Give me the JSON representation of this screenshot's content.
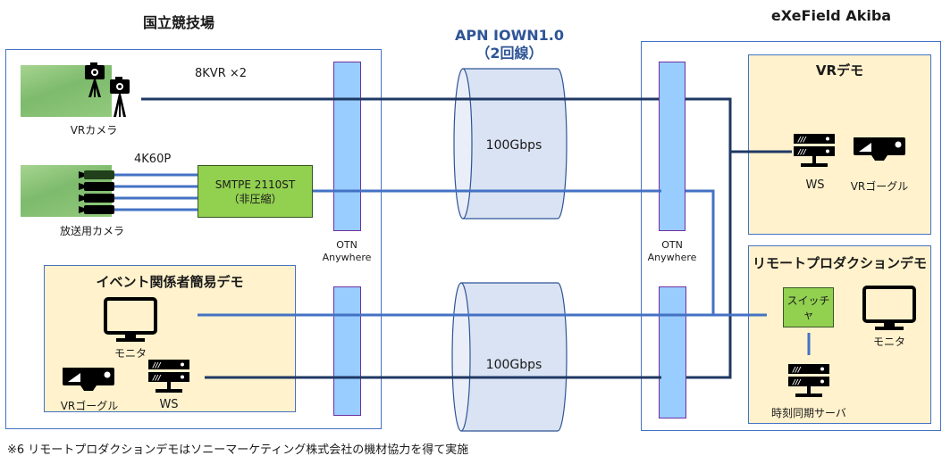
{
  "sites": {
    "left": {
      "title": "国立競技場"
    },
    "right": {
      "title": "eXeField Akiba"
    }
  },
  "network": {
    "title": "APN IOWN1.0",
    "subtitle": "（2回線）",
    "links": [
      {
        "bandwidth": "100Gbps"
      },
      {
        "bandwidth": "100Gbps"
      }
    ],
    "otn_label_line1": "OTN",
    "otn_label_line2": "Anywhere"
  },
  "left_site": {
    "vr_camera": {
      "label": "VRカメラ",
      "stream": "8KVR ×2"
    },
    "broadcast_camera": {
      "label": "放送用カメラ",
      "stream": "4K60P",
      "count": 4
    },
    "smpte": {
      "line1": "SMTPE 2110ST",
      "line2": "（非圧縮）"
    },
    "event_demo": {
      "title": "イベント関係者簡易デモ",
      "monitor": "モニタ",
      "vr_goggle": "VRゴーグル",
      "ws": "WS"
    }
  },
  "right_site": {
    "vr_demo": {
      "title": "VRデモ",
      "ws": "WS",
      "vr_goggle": "VRゴーグル"
    },
    "remote_demo": {
      "title": "リモートプロダクションデモ",
      "switcher": "スイッチャ",
      "monitor": "モニタ",
      "time_server": "時刻同期サーバ"
    }
  },
  "colors": {
    "dark_line": "#1f3864",
    "light_line": "#4472c4",
    "otn_fill": "#99ccff",
    "demo_fill": "#fff2cc",
    "green_box": "#92d050",
    "cylinder": "#dae3f3"
  },
  "footnote": "※6 リモートプロダクションデモはソニーマーケティング株式会社の機材協力を得て実施"
}
